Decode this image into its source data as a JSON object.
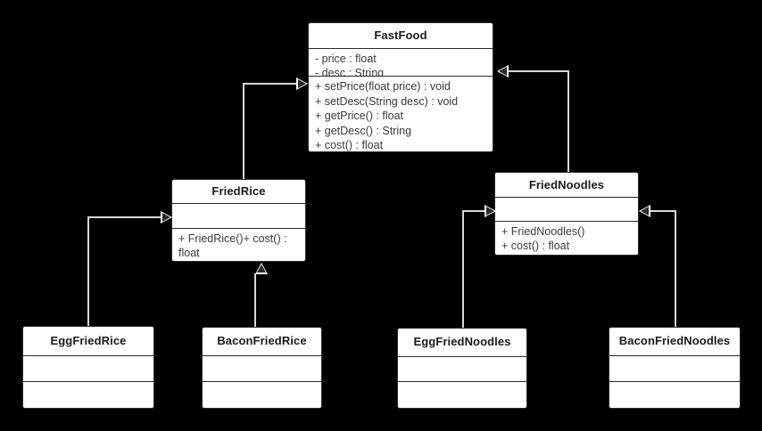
{
  "diagram": {
    "type": "uml-class-diagram",
    "background_color": "#000000",
    "box_fill_color": "#ffffff",
    "box_border_color": "#2b2b2b",
    "connector_color": "#d8d8d8",
    "relationship_type": "generalization"
  },
  "classes": {
    "fastfood": {
      "name": "FastFood",
      "attributes": [
        "- price : float",
        "- desc : String"
      ],
      "methods": [
        "+ setPrice(float price) : void",
        "+ setDesc(String desc) : void",
        "+ getPrice() : float",
        "+ getDesc() : String",
        "+ cost() : float"
      ]
    },
    "friedrice": {
      "name": "FriedRice",
      "attributes": [],
      "methods": [
        "+ FriedRice()+ cost() : float"
      ]
    },
    "friednoodles": {
      "name": "FriedNoodles",
      "attributes": [],
      "methods": [
        "+ FriedNoodles()",
        "+ cost() : float"
      ]
    },
    "eggfriedrice": {
      "name": "EggFriedRice",
      "attributes": [],
      "methods": []
    },
    "baconfriedrice": {
      "name": "BaconFriedRice",
      "attributes": [],
      "methods": []
    },
    "eggfriednoodles": {
      "name": "EggFriedNoodles",
      "attributes": [],
      "methods": []
    },
    "baconfriednoodles": {
      "name": "BaconFriedNoodles",
      "attributes": [],
      "methods": []
    }
  },
  "relationships": [
    {
      "from": "FriedRice",
      "to": "FastFood",
      "kind": "generalization"
    },
    {
      "from": "FriedNoodles",
      "to": "FastFood",
      "kind": "generalization"
    },
    {
      "from": "EggFriedRice",
      "to": "FriedRice",
      "kind": "generalization"
    },
    {
      "from": "BaconFriedRice",
      "to": "FriedRice",
      "kind": "generalization"
    },
    {
      "from": "EggFriedNoodles",
      "to": "FriedNoodles",
      "kind": "generalization"
    },
    {
      "from": "BaconFriedNoodles",
      "to": "FriedNoodles",
      "kind": "generalization"
    }
  ]
}
